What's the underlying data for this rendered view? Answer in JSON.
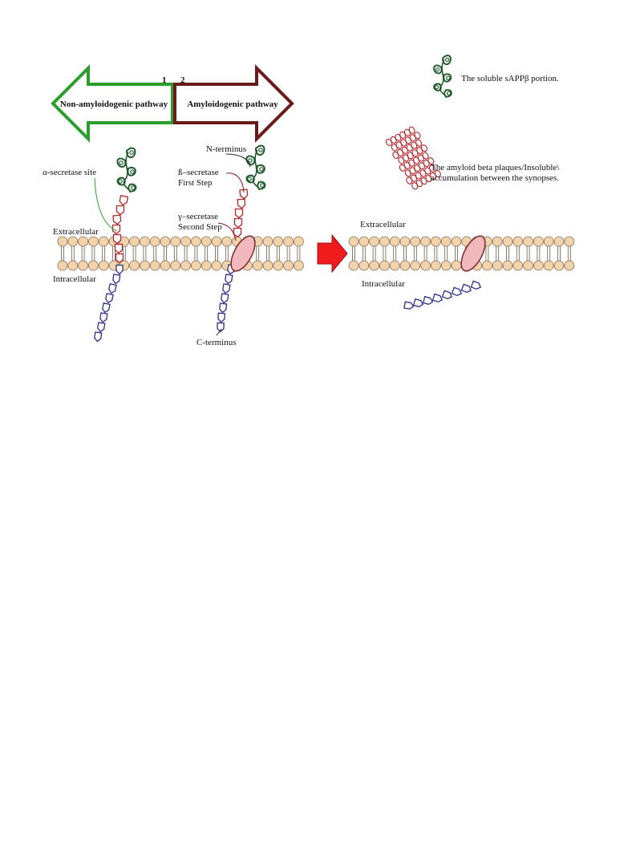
{
  "pathways": {
    "left": {
      "number": "1",
      "label": "Non-amyloidogenic pathway",
      "color": "#2a9d2a"
    },
    "right": {
      "number": "2",
      "label": "Amyloidogenic pathway",
      "color": "#6b1a1a"
    }
  },
  "labels": {
    "alpha_site": "α-secretase site",
    "n_terminus": "N-terminus",
    "beta_line1": "ß–secretase",
    "beta_line2": "First Step",
    "gamma_line1": "γ–secretase",
    "gamma_line2": "Second Step",
    "c_terminus": "C-terminus",
    "extracellular_left": "Extracellular",
    "intracellular_left": "Intracellular",
    "extracellular_right": "Extracellular",
    "intracellular_right": "Intracellular"
  },
  "legend": {
    "soluble": "The soluble sAPPβ portion.",
    "plaques_line1": "The amyloid beta plaques/Insoluble\\",
    "plaques_line2": "accumulation between the synopses."
  },
  "colors": {
    "lipid_head": "#f1d3ad",
    "lipid_head_stroke": "#8a6b4a",
    "app_red": "#b3262b",
    "app_blue": "#2b2f8a",
    "leaf_green": "#1f5a2b",
    "enzyme": "#f2b9bc",
    "transition_arrow": "#ee1c1c"
  }
}
